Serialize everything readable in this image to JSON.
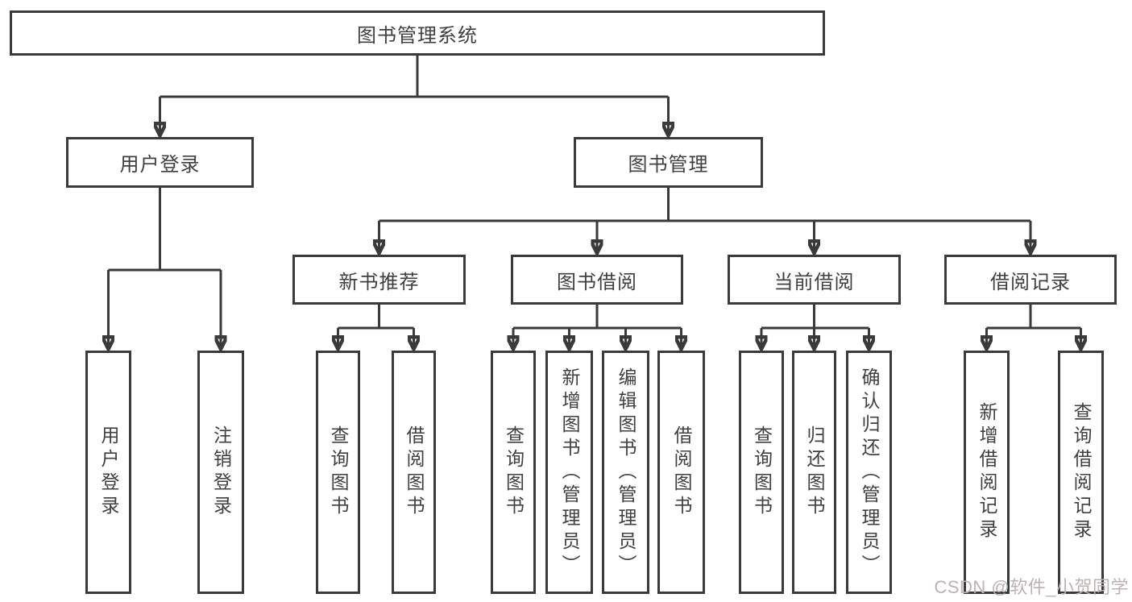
{
  "diagram_title": "图书管理系统",
  "nodes": {
    "root": {
      "label": "图书管理系统"
    },
    "user_login": {
      "label": "用户登录"
    },
    "book_mgmt": {
      "label": "图书管理"
    },
    "new_book_rec": {
      "label": "新书推荐"
    },
    "book_borrow": {
      "label": "图书借阅"
    },
    "current_borrow": {
      "label": "当前借阅"
    },
    "borrow_records": {
      "label": "借阅记录"
    },
    "leaf_user_login": {
      "label": "用户登录"
    },
    "leaf_logout_login": {
      "label": "注销登录"
    },
    "leaf_query_book_rec": {
      "label": "查询图书"
    },
    "leaf_borrow_book_rec": {
      "label": "借阅图书"
    },
    "leaf_query_book_borrow": {
      "label": "查询图书"
    },
    "leaf_add_book_admin": {
      "label": "新增图书（管理员）"
    },
    "leaf_edit_book_admin": {
      "label": "编辑图书（管理员）"
    },
    "leaf_borrow_book_borrow": {
      "label": "借阅图书"
    },
    "leaf_query_book_current": {
      "label": "查询图书"
    },
    "leaf_return_book": {
      "label": "归还图书"
    },
    "leaf_confirm_return_admin": {
      "label": "确认归还（管理员）"
    },
    "leaf_add_borrow_record": {
      "label": "新增借阅记录"
    },
    "leaf_query_borrow_record": {
      "label": "查询借阅记录"
    }
  },
  "hierarchy": {
    "root": [
      "user_login",
      "book_mgmt"
    ],
    "user_login": [
      "leaf_user_login",
      "leaf_logout_login"
    ],
    "book_mgmt": [
      "new_book_rec",
      "book_borrow",
      "current_borrow",
      "borrow_records"
    ],
    "new_book_rec": [
      "leaf_query_book_rec",
      "leaf_borrow_book_rec"
    ],
    "book_borrow": [
      "leaf_query_book_borrow",
      "leaf_add_book_admin",
      "leaf_edit_book_admin",
      "leaf_borrow_book_borrow"
    ],
    "current_borrow": [
      "leaf_query_book_current",
      "leaf_return_book",
      "leaf_confirm_return_admin"
    ],
    "borrow_records": [
      "leaf_add_borrow_record",
      "leaf_query_borrow_record"
    ]
  },
  "watermark": {
    "text": "CSDN @软件_小贺同学"
  },
  "colors": {
    "line": "#3a3a3a",
    "text": "#3f3f3f",
    "watermark": "#bdb2b2",
    "background": "#ffffff"
  }
}
